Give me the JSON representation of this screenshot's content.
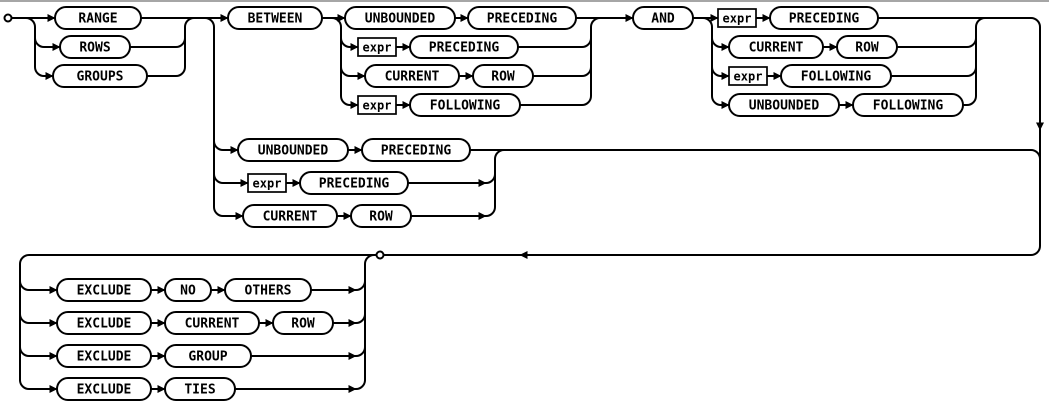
{
  "diagram": {
    "colors": {
      "line": "#000000",
      "background": "#ffffff",
      "divider": "#888888"
    },
    "frame_type": [
      "RANGE",
      "ROWS",
      "GROUPS"
    ],
    "between": {
      "keyword": "BETWEEN",
      "and_keyword": "AND",
      "start_options": [
        [
          "UNBOUNDED",
          "PRECEDING"
        ],
        [
          "expr",
          "PRECEDING"
        ],
        [
          "CURRENT",
          "ROW"
        ],
        [
          "expr",
          "FOLLOWING"
        ]
      ],
      "end_options": [
        [
          "expr",
          "PRECEDING"
        ],
        [
          "CURRENT",
          "ROW"
        ],
        [
          "expr",
          "FOLLOWING"
        ],
        [
          "UNBOUNDED",
          "FOLLOWING"
        ]
      ]
    },
    "single_options": [
      [
        "UNBOUNDED",
        "PRECEDING"
      ],
      [
        "expr",
        "PRECEDING"
      ],
      [
        "CURRENT",
        "ROW"
      ]
    ],
    "exclude_options": [
      [
        "EXCLUDE",
        "NO",
        "OTHERS"
      ],
      [
        "EXCLUDE",
        "CURRENT",
        "ROW"
      ],
      [
        "EXCLUDE",
        "GROUP"
      ],
      [
        "EXCLUDE",
        "TIES"
      ]
    ]
  }
}
